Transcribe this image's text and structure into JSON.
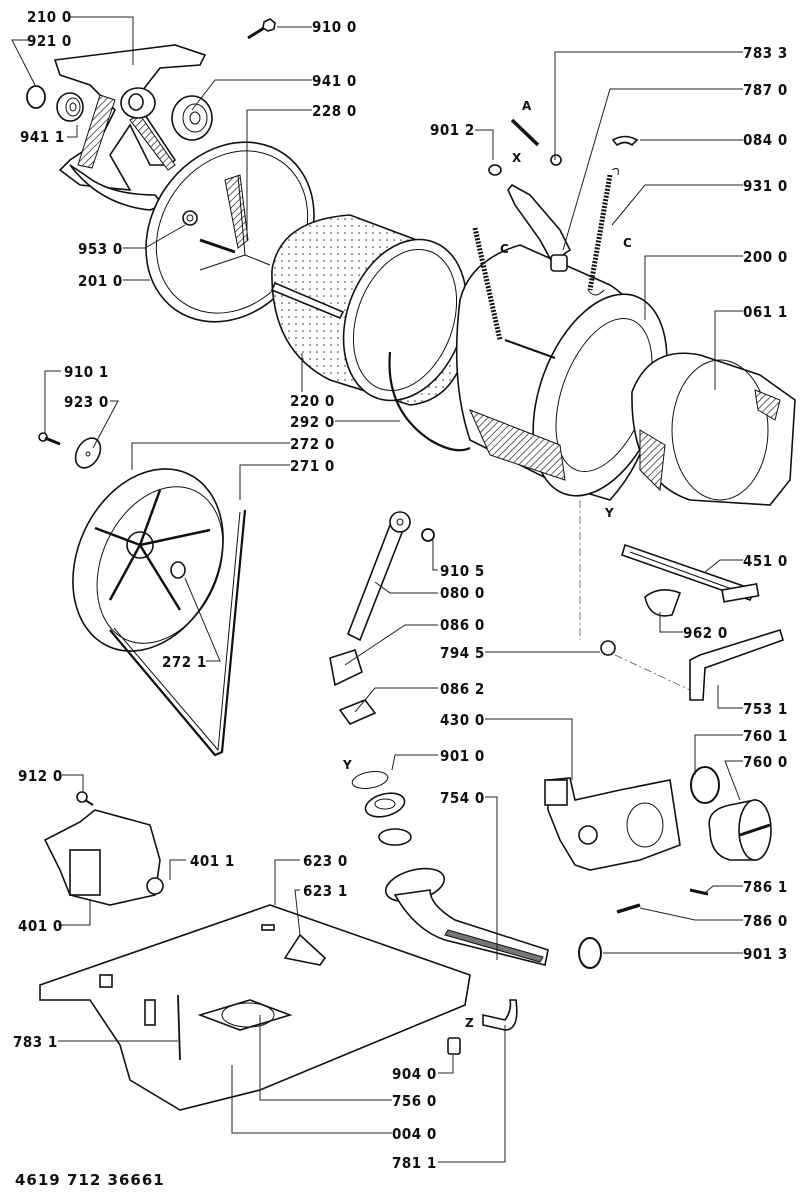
{
  "document": {
    "type": "exploded parts diagram",
    "drawing_number": "4619 712 36661"
  },
  "labels": {
    "l2100": "210 0",
    "l9210": "921 0",
    "l9411": "941 1",
    "l9100": "910 0",
    "l9410": "941 0",
    "l2280": "228 0",
    "l9530": "953 0",
    "l2010": "201 0",
    "l7833": "783 3",
    "l7870": "787 0",
    "l9012": "901 2",
    "l0840": "084 0",
    "l9310": "931 0",
    "l2000": "200 0",
    "l0611": "061 1",
    "l9101": "910 1",
    "l9230": "923 0",
    "l2200": "220 0",
    "l2920": "292 0",
    "l2720": "272 0",
    "l2710": "271 0",
    "l9105": "910 5",
    "l0800": "080 0",
    "l4510": "451 0",
    "l0860": "086 0",
    "l9620": "962 0",
    "l7945": "794 5",
    "l2721": "272 1",
    "l0862": "086 2",
    "l7531": "753 1",
    "l4300": "430 0",
    "l7601": "760 1",
    "l9010": "901 0",
    "l7600": "760 0",
    "l9120": "912 0",
    "l7540": "754 0",
    "l4011": "401 1",
    "l6230": "623 0",
    "l7861": "786 1",
    "l6231": "623 1",
    "l4010": "401 0",
    "l7860": "786 0",
    "l9013": "901 3",
    "l7831": "783 1",
    "l9040": "904 0",
    "l7560": "756 0",
    "l0040": "004 0",
    "l7811": "781 1"
  },
  "connectors": {
    "A": "A",
    "X": "X",
    "C": "C",
    "Y": "Y",
    "Z": "Z"
  }
}
